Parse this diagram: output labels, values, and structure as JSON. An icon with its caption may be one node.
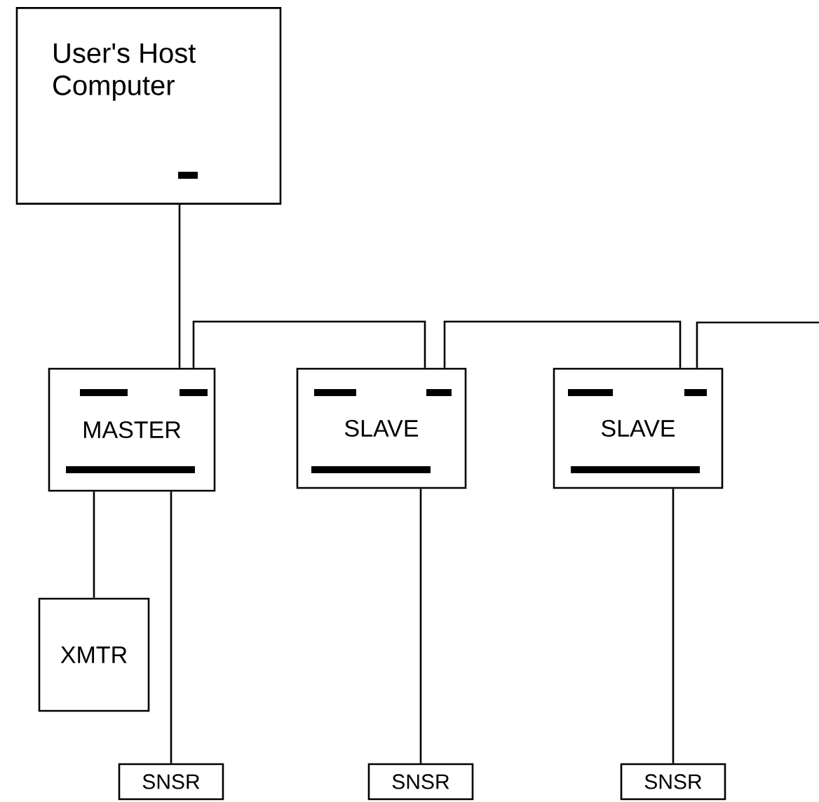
{
  "diagram": {
    "nodes": [
      {
        "text": [
          "User's Host Computer"
        ]
      },
      {
        "text": [
          "MASTER"
        ]
      },
      {
        "text": [
          "SLAVE"
        ]
      },
      {
        "text": [
          "SLAVE"
        ]
      },
      {
        "text": [
          "XMTR"
        ]
      },
      {
        "text": [
          "SNSR"
        ]
      },
      {
        "text": [
          "SNSR"
        ]
      },
      {
        "text": [
          "SNSR"
        ]
      }
    ],
    "edges": [
      {
        "from": 0,
        "to": 1,
        "arrow": "none"
      },
      {
        "from": 1,
        "to": 2,
        "arrow": "none"
      },
      {
        "from": 2,
        "to": 3,
        "arrow": "none"
      },
      {
        "from": 3,
        "to": null,
        "arrow": "none"
      },
      {
        "from": 1,
        "to": 4,
        "arrow": "none"
      },
      {
        "from": 1,
        "to": 5,
        "arrow": "none"
      },
      {
        "from": 2,
        "to": 6,
        "arrow": "none"
      },
      {
        "from": 3,
        "to": 7,
        "arrow": "none"
      }
    ]
  }
}
